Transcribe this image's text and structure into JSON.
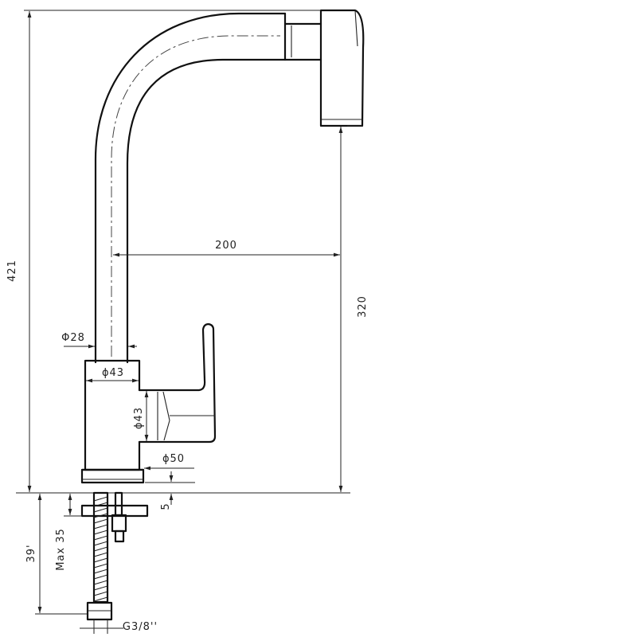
{
  "dimensions": {
    "overall_height": "421",
    "reach": "200",
    "spout_height": "320",
    "spout_diameter": "Φ28",
    "body_diameter": "ϕ43",
    "handle_diameter": "ϕ43",
    "base_diameter": "ϕ50",
    "base_thickness": "5",
    "max_countertop": "Max 35",
    "hose_length": "39'",
    "thread": "G3/8''"
  }
}
